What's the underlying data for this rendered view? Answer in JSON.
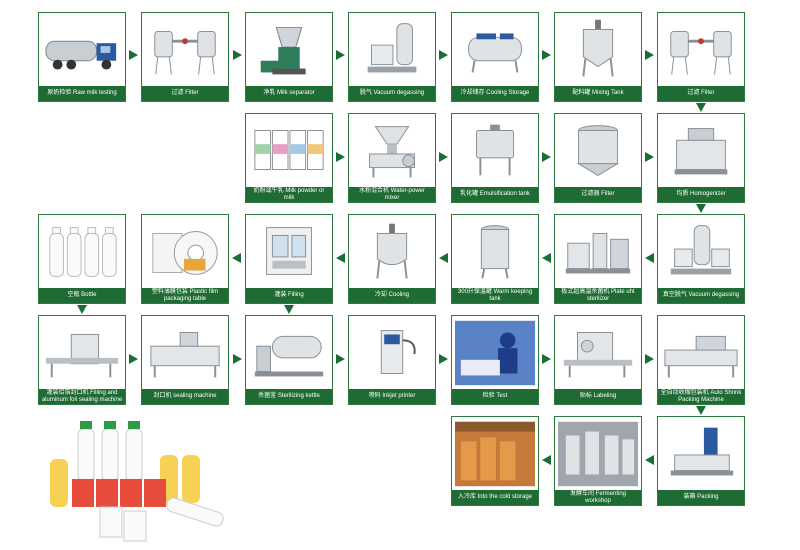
{
  "colors": {
    "accent": "#1e6b33",
    "border": "#2f7a3f",
    "arrow": "#1a6d36"
  },
  "steps": [
    {
      "label": "原奶检验 Raw milk testing",
      "icon": "tanker-truck-icon"
    },
    {
      "label": "过滤 Filter",
      "icon": "filter-tanks-icon"
    },
    {
      "label": "净乳 Milk separator",
      "icon": "separator-icon"
    },
    {
      "label": "脱气 Vacuum degassing",
      "icon": "degasser-icon"
    },
    {
      "label": "冷却储存 Cooling Storage",
      "icon": "cooling-tank-icon"
    },
    {
      "label": "配料罐 Mixing Tank",
      "icon": "mixing-tank-icon"
    },
    {
      "label": "过滤 Filter",
      "icon": "filter-tanks-icon"
    },
    {
      "label": "奶粉或牛乳 Milk powder or milk",
      "icon": "milk-powder-cans-icon"
    },
    {
      "label": "水粉混合机 Water-power mixer",
      "icon": "powder-mixer-icon"
    },
    {
      "label": "乳化罐 Emulsification tank",
      "icon": "emulsification-tank-icon"
    },
    {
      "label": "过滤器 Filter",
      "icon": "pressure-filter-icon"
    },
    {
      "label": "均质 Homogenizer",
      "icon": "homogenizer-icon"
    },
    {
      "label": "真空脱气 Vacuum degassing",
      "icon": "vacuum-degasser-icon"
    },
    {
      "label": "板式超高温杀菌机 Plate uht sterilizer",
      "icon": "plate-sterilizer-icon"
    },
    {
      "label": "300升保温罐 Warm keeping tank",
      "icon": "warm-tank-icon"
    },
    {
      "label": "冷却 Cooling",
      "icon": "cooling-vessel-icon"
    },
    {
      "label": "灌装 Filling",
      "icon": "filling-machine-icon"
    },
    {
      "label": "塑料薄膜包装 Plastic film packaging table",
      "icon": "film-roll-icon"
    },
    {
      "label": "空瓶 Bottle",
      "icon": "bottles-icon"
    },
    {
      "label": "灌装铝箔封口机 Filling and aluminum foil sealing machine",
      "icon": "sealing-line-icon"
    },
    {
      "label": "封口机 sealing machine",
      "icon": "cup-sealer-icon"
    },
    {
      "label": "杀菌釜 Sterilizing kettle",
      "icon": "sterilizing-kettle-icon"
    },
    {
      "label": "喷码 Inkjet printer",
      "icon": "inkjet-printer-icon"
    },
    {
      "label": "检验 Test",
      "icon": "inspection-icon"
    },
    {
      "label": "贴标 Labeling",
      "icon": "labeling-machine-icon"
    },
    {
      "label": "全自动收缩包装机 Auto Shrink Packing Machine",
      "icon": "shrink-packer-icon"
    },
    {
      "label": "装箱 Packing",
      "icon": "case-packer-icon"
    },
    {
      "label": "发酵车间 Fermenting workshop",
      "icon": "fermenting-workshop-icon"
    },
    {
      "label": "入冷库 Into the cold storage",
      "icon": "cold-storage-icon"
    }
  ]
}
